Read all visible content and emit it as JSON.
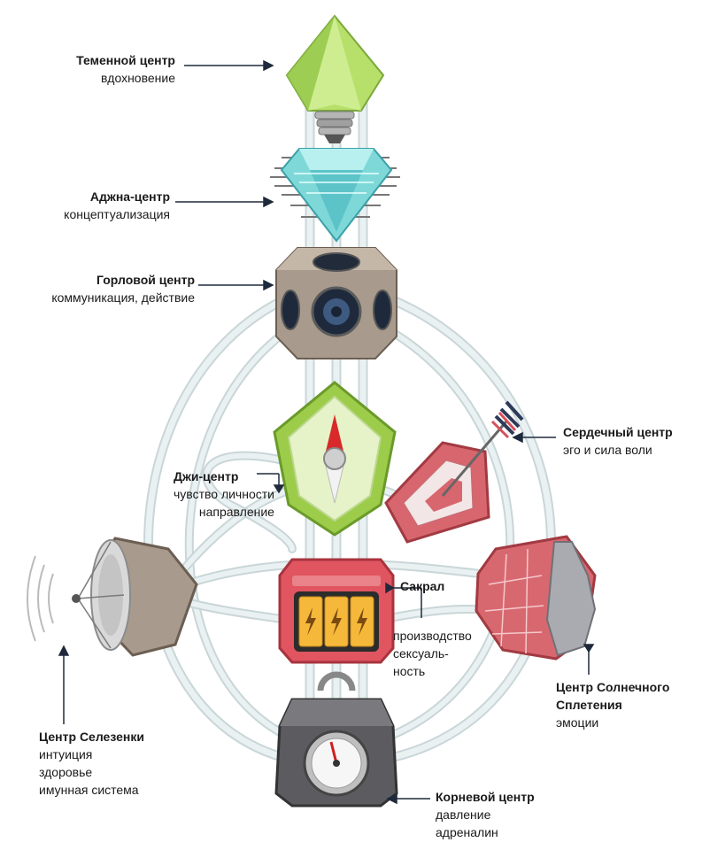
{
  "centers": {
    "crown": {
      "title": "Теменной центр",
      "lines": [
        "вдохновение"
      ]
    },
    "ajna": {
      "title": "Аджна-центр",
      "lines": [
        "концептуализация"
      ]
    },
    "throat": {
      "title": "Горловой центр",
      "lines": [
        "коммуникация, действие"
      ]
    },
    "g": {
      "title": "Джи-центр",
      "lines": [
        "чувство личности",
        "направление"
      ]
    },
    "heart": {
      "title": "Сердечный центр",
      "lines": [
        "эго и сила воли"
      ]
    },
    "sacral": {
      "title": "Сакрал",
      "lines": [
        "производство",
        "сексуаль-",
        "ность"
      ]
    },
    "spleen": {
      "title": "Центр Селезенки",
      "lines": [
        "интуиция",
        "здоровье",
        "имунная система"
      ]
    },
    "solar": {
      "title_lines": [
        "Центр Солнечного",
        "Сплетения"
      ],
      "lines": [
        "эмоции"
      ]
    },
    "root": {
      "title": "Корневой центр",
      "lines": [
        "давление",
        "адреналин"
      ]
    }
  },
  "colors": {
    "channel": "#d8e4e6",
    "crown": "#b6e06a",
    "ajna": "#7fd8d8",
    "throat": "#a89a8c",
    "g": "#9ccc4a",
    "heart": "#d8666e",
    "sacral": "#e05560",
    "battery": "#f5b83a",
    "spleen": "#a89a8c",
    "solar": "#d86870",
    "root": "#5c5c60",
    "pointer": "#1e2a3c"
  },
  "icons": {
    "crown": "lightbulb-crystal-icon",
    "ajna": "diamond-chip-icon",
    "throat": "speaker-cube-icon",
    "g": "compass-icon",
    "heart": "arrow-target-icon",
    "sacral": "battery-pack-icon",
    "spleen": "satellite-dish-icon",
    "solar": "mask-icon",
    "root": "weight-gauge-icon"
  }
}
